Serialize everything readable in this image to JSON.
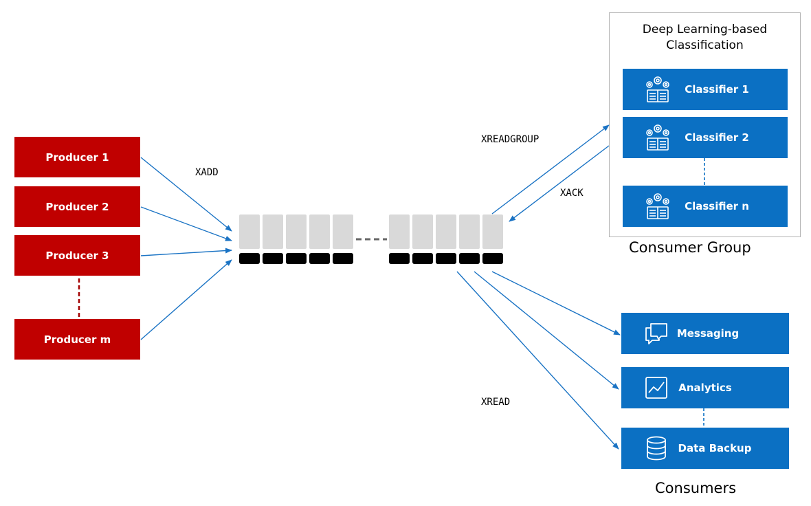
{
  "producers": [
    {
      "label": "Producer 1"
    },
    {
      "label": "Producer 2"
    },
    {
      "label": "Producer 3"
    },
    {
      "label": "Producer m"
    }
  ],
  "commands": {
    "xadd": "XADD",
    "xreadgroup": "XREADGROUP",
    "xack": "XACK",
    "xread": "XREAD"
  },
  "consumer_group": {
    "title_line1": "Deep Learning-based",
    "title_line2": "Classification",
    "caption": "Consumer Group",
    "classifiers": [
      {
        "label": "Classifier 1",
        "icon": "classifier-icon"
      },
      {
        "label": "Classifier 2",
        "icon": "classifier-icon"
      },
      {
        "label": "Classifier n",
        "icon": "classifier-icon"
      }
    ]
  },
  "consumers": {
    "caption": "Consumers",
    "items": [
      {
        "label": "Messaging",
        "icon": "chat-bubbles-icon"
      },
      {
        "label": "Analytics",
        "icon": "line-chart-icon"
      },
      {
        "label": "Data Backup",
        "icon": "database-icon"
      }
    ]
  },
  "colors": {
    "producer": "#c00000",
    "consumer": "#0b70c3",
    "arrow": "#1a73c4",
    "slot": "#d9d9d9"
  }
}
